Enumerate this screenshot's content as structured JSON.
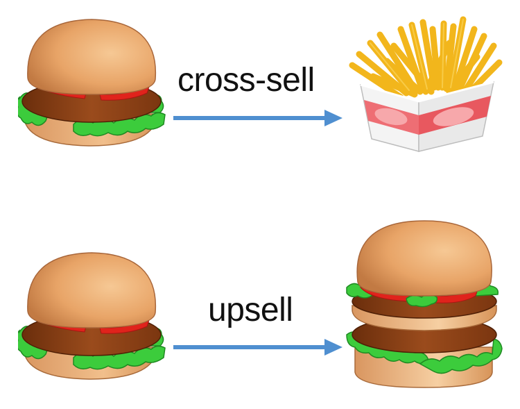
{
  "diagram": {
    "rows": [
      {
        "id": "cross-sell",
        "from": "burger",
        "label": "cross-sell",
        "to": "fries"
      },
      {
        "id": "upsell",
        "from": "burger",
        "label": "upsell",
        "to": "double-burger"
      }
    ],
    "colors": {
      "arrow": "#4f8fd0",
      "bun": "#e8a86a",
      "bun_shadow": "#c9804a",
      "patty": "#8a3f14",
      "tomato": "#e0231c",
      "lettuce": "#3cc43a",
      "fries": "#f2b61c",
      "carton_red": "#ee6e74",
      "carton_white": "#f4f4f4"
    }
  }
}
